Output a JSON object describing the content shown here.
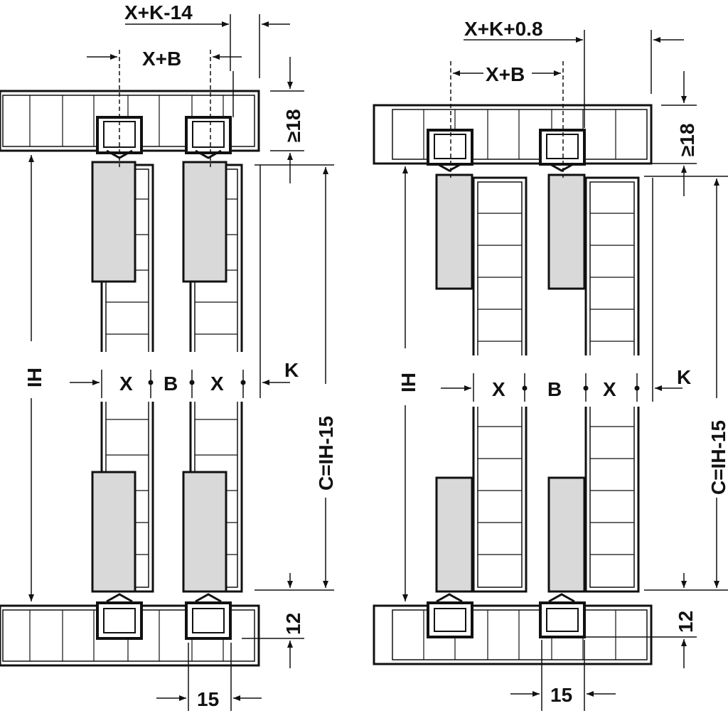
{
  "left_drawing": {
    "dim_top_outer": "X+K-14",
    "dim_top_inner": "X+B",
    "dim_height_total": "IH",
    "dim_top_clearance": "≥18",
    "dim_bottom_clearance": "12",
    "dim_bottom_width": "15",
    "dim_center": "C=IH-15",
    "dim_k": "K",
    "label_x_left": "X",
    "label_b": "B",
    "label_x_right": "X"
  },
  "right_drawing": {
    "dim_top_outer": "X+K+0.8",
    "dim_top_inner": "X+B",
    "dim_height_total": "IH",
    "dim_top_clearance": "≥18",
    "dim_bottom_clearance": "12",
    "dim_bottom_width": "15",
    "dim_center": "C=IH-15",
    "dim_k": "K",
    "label_x_left": "X",
    "label_b": "B",
    "label_x_right": "X"
  },
  "colors": {
    "line": "#111111",
    "panel_fill": "#d9d9d9",
    "background": "#ffffff"
  }
}
